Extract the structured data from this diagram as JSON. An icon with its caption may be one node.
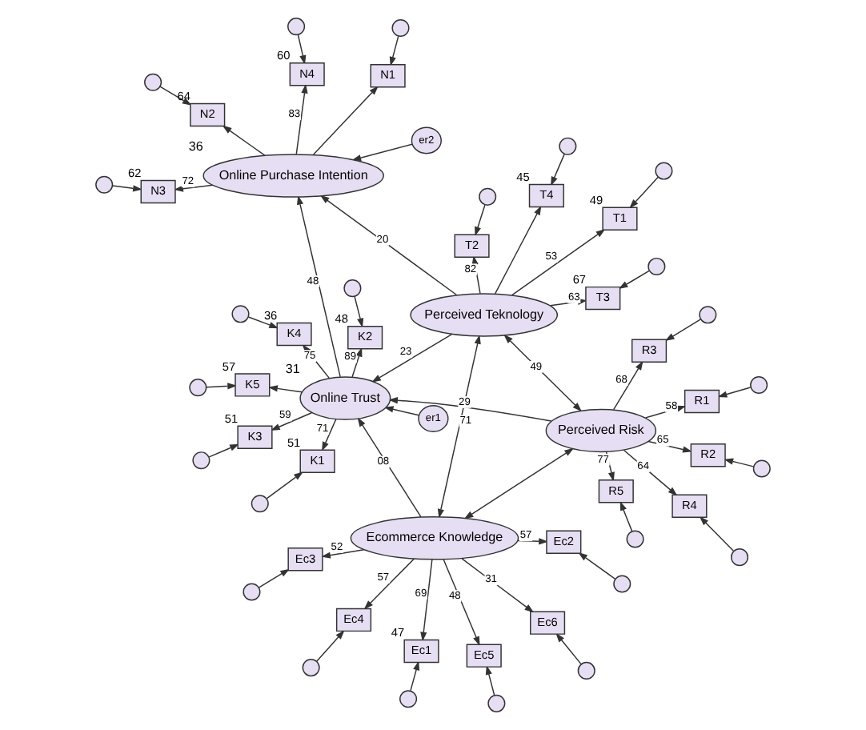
{
  "diagram": {
    "nodes": [
      {
        "text": [
          "Ecommerce Knowledge"
        ]
      },
      {
        "text": [
          "Perceived Risk"
        ]
      },
      {
        "text": [
          "Perceived Teknology"
        ]
      },
      {
        "text": [
          "Online Trust"
        ],
        "beside": [
          "31"
        ]
      },
      {
        "text": [
          "Online Purchase Intention"
        ],
        "beside": [
          "36"
        ]
      },
      {
        "text": [
          "Ec1"
        ],
        "beside": [
          "47"
        ]
      },
      {
        "text": [
          "Ec2"
        ]
      },
      {
        "text": [
          "Ec3"
        ]
      },
      {
        "text": [
          "Ec4"
        ]
      },
      {
        "text": [
          "Ec5"
        ]
      },
      {
        "text": [
          "Ec6"
        ]
      },
      {
        "text": [
          "R1"
        ]
      },
      {
        "text": [
          "R2"
        ]
      },
      {
        "text": [
          "R3"
        ]
      },
      {
        "text": [
          "R4"
        ]
      },
      {
        "text": [
          "R5"
        ]
      },
      {
        "text": [
          "T1"
        ],
        "beside": [
          "49"
        ]
      },
      {
        "text": [
          "T2"
        ]
      },
      {
        "text": [
          "T3"
        ],
        "beside": [
          "67"
        ]
      },
      {
        "text": [
          "T4"
        ],
        "beside": [
          "45"
        ]
      },
      {
        "text": [
          "K5"
        ],
        "beside": [
          "57"
        ]
      },
      {
        "text": [
          "K4"
        ],
        "beside": [
          "36"
        ]
      },
      {
        "text": [
          "K3"
        ],
        "beside": [
          "51"
        ]
      },
      {
        "text": [
          "K2"
        ],
        "beside": [
          "48"
        ]
      },
      {
        "text": [
          "K1"
        ],
        "beside": [
          "51"
        ]
      },
      {
        "text": [
          "N4"
        ],
        "beside": [
          "60"
        ]
      },
      {
        "text": [
          "N3"
        ],
        "beside": [
          "62"
        ]
      },
      {
        "text": [
          "N2"
        ],
        "beside": [
          "64"
        ]
      },
      {
        "text": [
          "N1"
        ]
      },
      {
        "text": [
          "er1"
        ]
      },
      {
        "text": [
          "er2"
        ]
      },
      {
        "text": [],
        "shape": "circle"
      },
      {
        "text": [],
        "shape": "circle"
      },
      {
        "text": [],
        "shape": "circle"
      },
      {
        "text": [],
        "shape": "circle"
      },
      {
        "text": [],
        "shape": "circle"
      },
      {
        "text": [],
        "shape": "circle"
      },
      {
        "text": [],
        "shape": "circle"
      },
      {
        "text": [],
        "shape": "circle"
      },
      {
        "text": [],
        "shape": "circle"
      },
      {
        "text": [],
        "shape": "circle"
      },
      {
        "text": [],
        "shape": "circle"
      },
      {
        "text": [],
        "shape": "circle"
      },
      {
        "text": [],
        "shape": "circle"
      },
      {
        "text": [],
        "shape": "circle"
      },
      {
        "text": [],
        "shape": "circle"
      },
      {
        "text": [],
        "shape": "circle"
      },
      {
        "text": [],
        "shape": "circle"
      },
      {
        "text": [],
        "shape": "circle"
      },
      {
        "text": [],
        "shape": "circle"
      },
      {
        "text": [],
        "shape": "circle"
      },
      {
        "text": [],
        "shape": "circle"
      },
      {
        "text": [],
        "shape": "circle"
      },
      {
        "text": [],
        "shape": "circle"
      },
      {
        "text": [],
        "shape": "circle"
      }
    ],
    "edges": [
      {
        "from": 31,
        "to": 5,
        "arrow": "to"
      },
      {
        "from": 32,
        "to": 6,
        "arrow": "to"
      },
      {
        "from": 33,
        "to": 7,
        "arrow": "to"
      },
      {
        "from": 34,
        "to": 8,
        "arrow": "to"
      },
      {
        "from": 35,
        "to": 9,
        "arrow": "to"
      },
      {
        "from": 36,
        "to": 10,
        "arrow": "to"
      },
      {
        "from": 37,
        "to": 11,
        "arrow": "to"
      },
      {
        "from": 38,
        "to": 12,
        "arrow": "to"
      },
      {
        "from": 39,
        "to": 13,
        "arrow": "to"
      },
      {
        "from": 40,
        "to": 14,
        "arrow": "to"
      },
      {
        "from": 41,
        "to": 15,
        "arrow": "to"
      },
      {
        "from": 42,
        "to": 16,
        "arrow": "to"
      },
      {
        "from": 43,
        "to": 17,
        "arrow": "to"
      },
      {
        "from": 44,
        "to": 18,
        "arrow": "to"
      },
      {
        "from": 45,
        "to": 19,
        "arrow": "to"
      },
      {
        "from": 46,
        "to": 20,
        "arrow": "to"
      },
      {
        "from": 47,
        "to": 21,
        "arrow": "to"
      },
      {
        "from": 48,
        "to": 22,
        "arrow": "to"
      },
      {
        "from": 49,
        "to": 23,
        "arrow": "to"
      },
      {
        "from": 50,
        "to": 24,
        "arrow": "to"
      },
      {
        "from": 51,
        "to": 25,
        "arrow": "to"
      },
      {
        "from": 52,
        "to": 26,
        "arrow": "to"
      },
      {
        "from": 53,
        "to": 27,
        "arrow": "to"
      },
      {
        "from": 54,
        "to": 28,
        "arrow": "to"
      },
      {
        "from": 0,
        "to": 5,
        "arrow": "to",
        "label": "69"
      },
      {
        "from": 0,
        "to": 6,
        "arrow": "to",
        "label": "57"
      },
      {
        "from": 0,
        "to": 7,
        "arrow": "to",
        "label": "52"
      },
      {
        "from": 0,
        "to": 8,
        "arrow": "to",
        "label": "57"
      },
      {
        "from": 0,
        "to": 9,
        "arrow": "to",
        "label": "48"
      },
      {
        "from": 0,
        "to": 10,
        "arrow": "to",
        "label": "31"
      },
      {
        "from": 1,
        "to": 11,
        "arrow": "to",
        "label": "58"
      },
      {
        "from": 1,
        "to": 12,
        "arrow": "to",
        "label": "65"
      },
      {
        "from": 1,
        "to": 13,
        "arrow": "to",
        "label": "68"
      },
      {
        "from": 1,
        "to": 14,
        "arrow": "to",
        "label": "64"
      },
      {
        "from": 1,
        "to": 15,
        "arrow": "to",
        "label": "77"
      },
      {
        "from": 2,
        "to": 16,
        "arrow": "to",
        "label": "53"
      },
      {
        "from": 2,
        "to": 17,
        "arrow": "to",
        "label": "82"
      },
      {
        "from": 2,
        "to": 18,
        "arrow": "to",
        "label": "63"
      },
      {
        "from": 2,
        "to": 19,
        "arrow": "to"
      },
      {
        "from": 3,
        "to": 20,
        "arrow": "to"
      },
      {
        "from": 3,
        "to": 21,
        "arrow": "to",
        "label": "75"
      },
      {
        "from": 3,
        "to": 22,
        "arrow": "to",
        "label": "59"
      },
      {
        "from": 3,
        "to": 23,
        "arrow": "to",
        "label": "89"
      },
      {
        "from": 3,
        "to": 24,
        "arrow": "to",
        "label": "71"
      },
      {
        "from": 4,
        "to": 25,
        "arrow": "to",
        "label": "83"
      },
      {
        "from": 4,
        "to": 26,
        "arrow": "to",
        "label": "72"
      },
      {
        "from": 4,
        "to": 27,
        "arrow": "to"
      },
      {
        "from": 4,
        "to": 28,
        "arrow": "to"
      },
      {
        "from": 0,
        "to": 3,
        "arrow": "to",
        "label": "08"
      },
      {
        "from": 1,
        "to": 3,
        "arrow": "to",
        "label": "29"
      },
      {
        "from": 2,
        "to": 3,
        "arrow": "to",
        "label": "23"
      },
      {
        "from": 2,
        "to": 4,
        "arrow": "to",
        "label": "20"
      },
      {
        "from": 3,
        "to": 4,
        "arrow": "to",
        "label": "48"
      },
      {
        "from": 29,
        "to": 3,
        "arrow": "to"
      },
      {
        "from": 30,
        "to": 4,
        "arrow": "to"
      },
      {
        "from": 0,
        "to": 1,
        "arrow": "both"
      },
      {
        "from": 1,
        "to": 2,
        "arrow": "both",
        "label": "49"
      },
      {
        "from": 0,
        "to": 2,
        "arrow": "both",
        "label": "71"
      }
    ]
  }
}
